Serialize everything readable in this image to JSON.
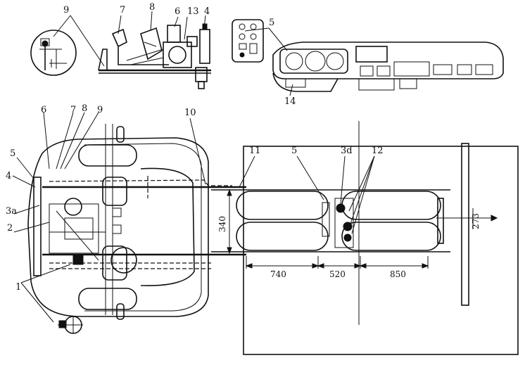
{
  "callouts": {
    "c1": "1",
    "c2": "2",
    "c3a": "3a",
    "c3b": "3d",
    "c4": "4",
    "c5": "5",
    "c6": "6",
    "c7": "7",
    "c8": "8",
    "c9": "9",
    "c10": "10",
    "c11": "11",
    "c12": "12",
    "c13": "13",
    "c14": "14"
  },
  "dimensions": {
    "d740": "740",
    "d520": "520",
    "d850": "850",
    "d340": "340",
    "d273": "273"
  }
}
